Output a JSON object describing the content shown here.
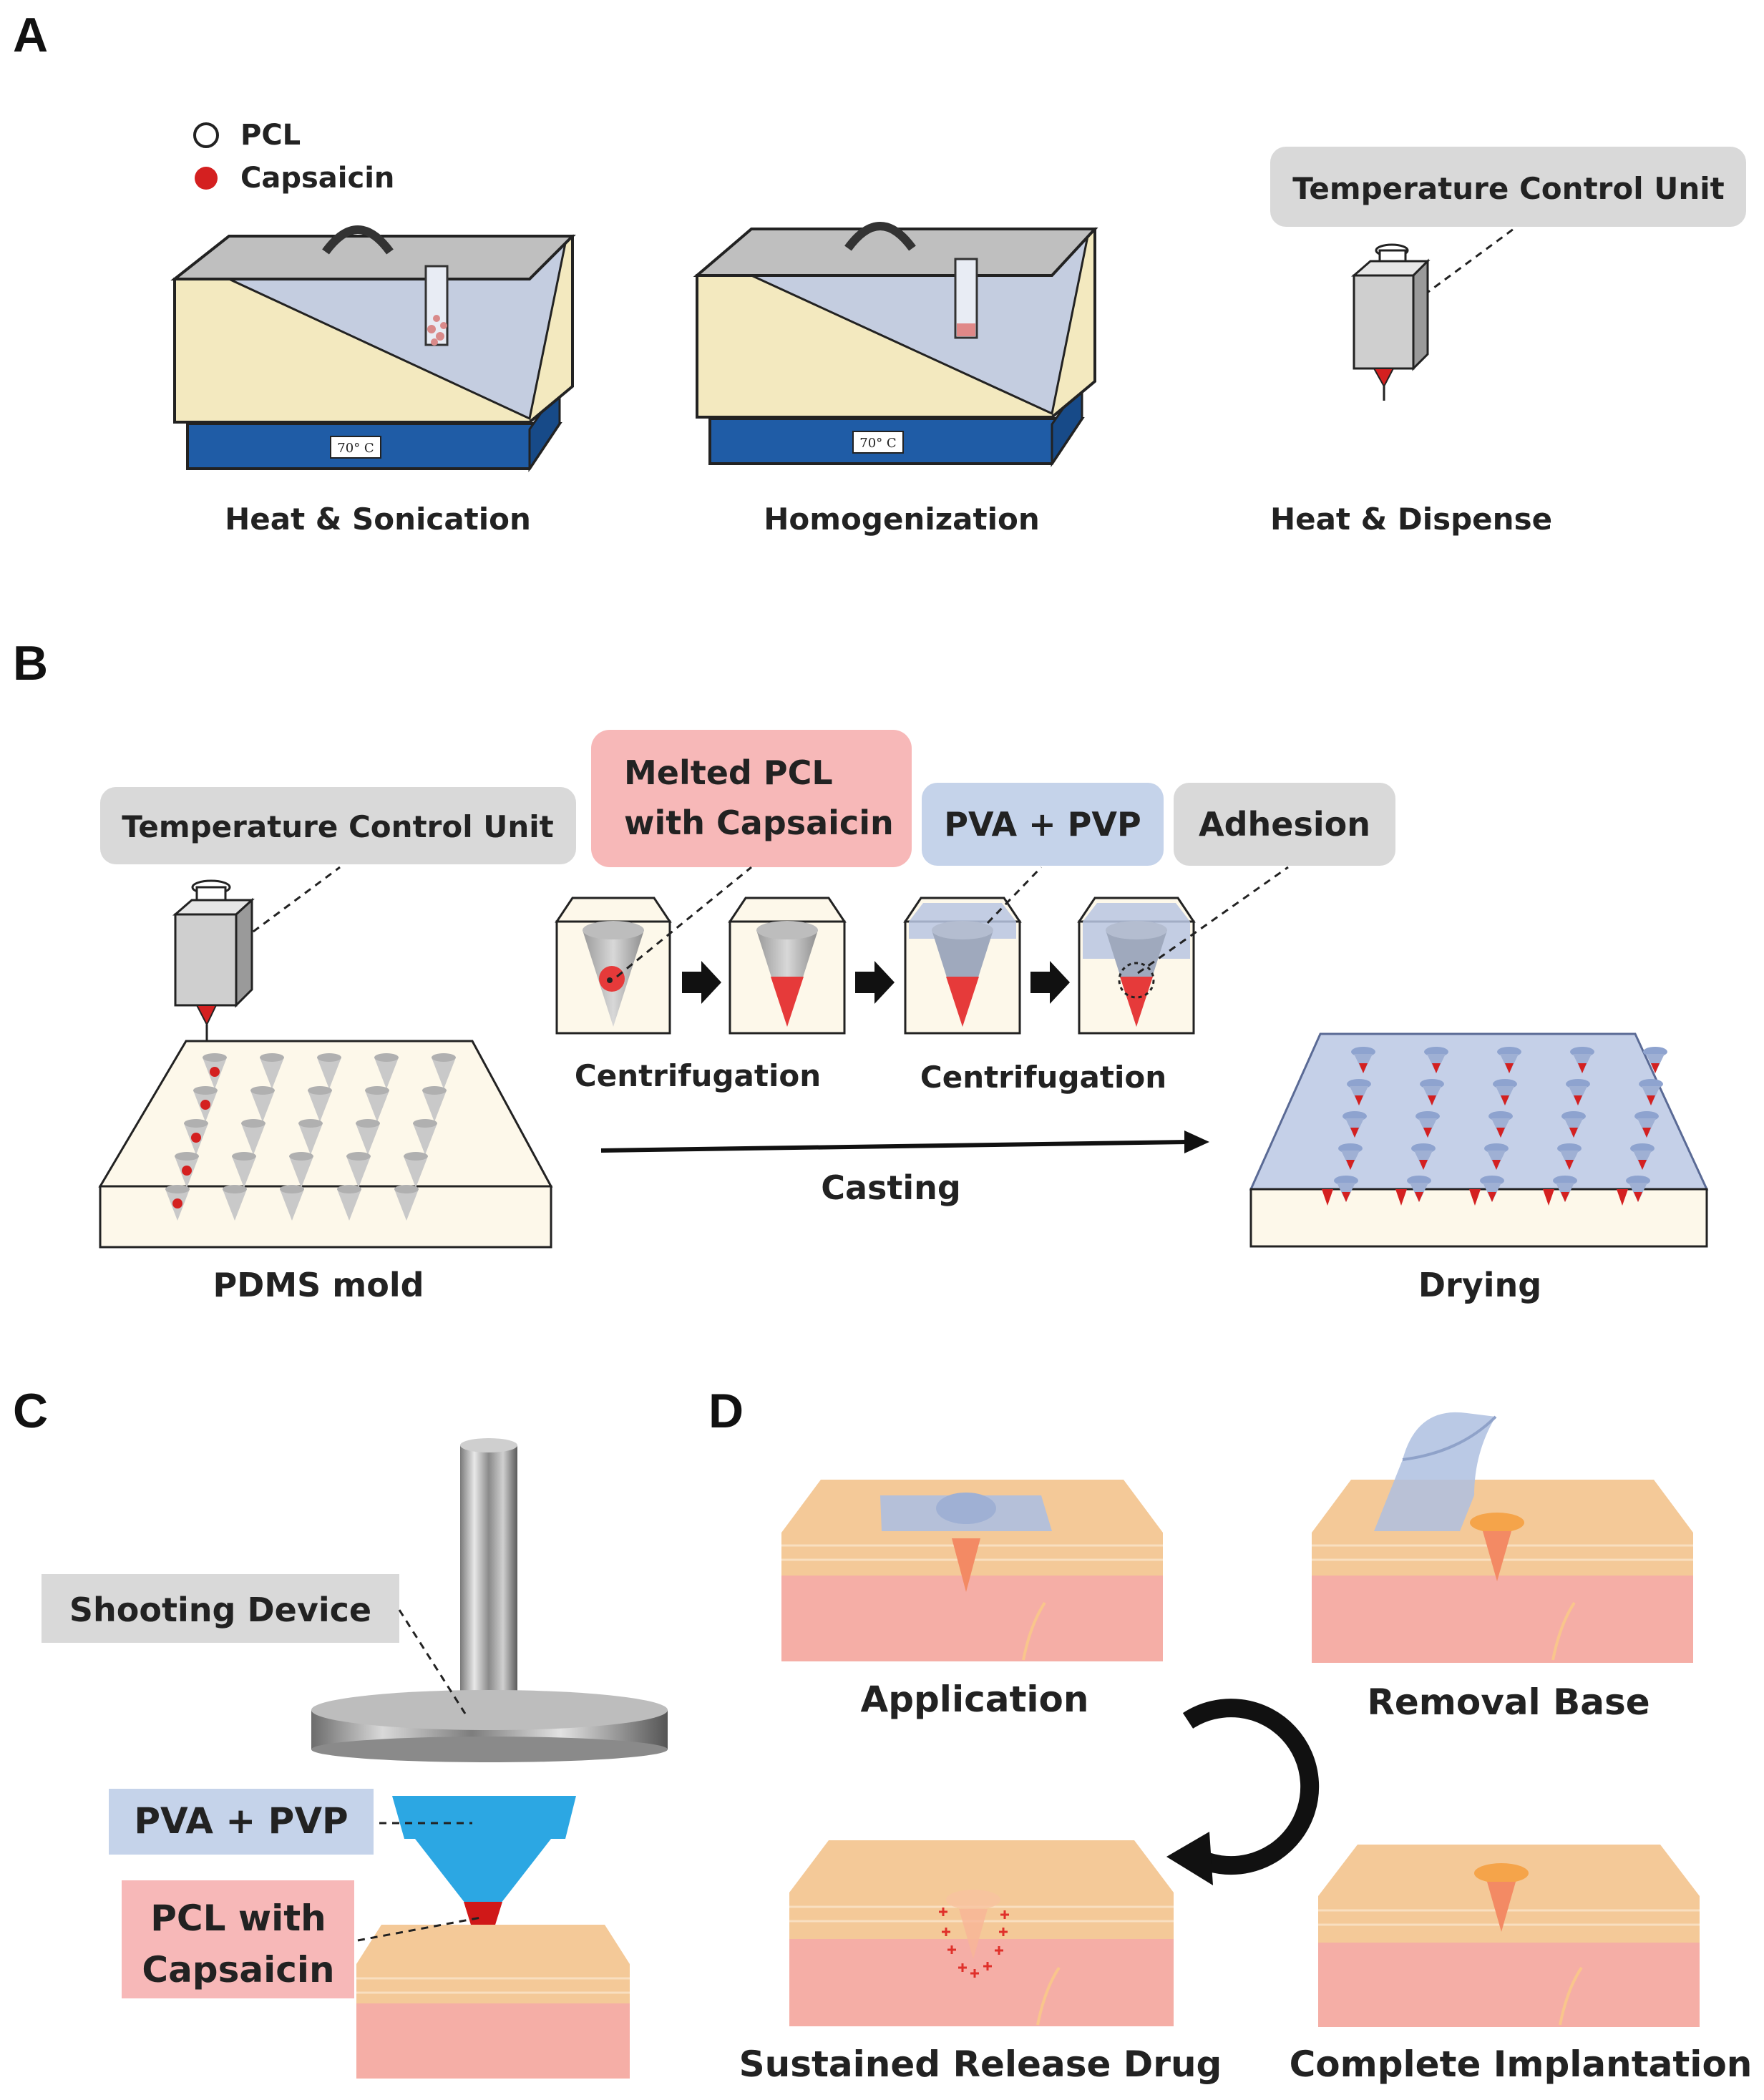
{
  "panels": {
    "a": "A",
    "b": "B",
    "c": "C",
    "d": "D"
  },
  "colors": {
    "pcl_fill": "#ffffff",
    "capsaicin": "#d42020",
    "label_gray_bg": "#d9d9d9",
    "label_pink_bg": "#f7b8b8",
    "label_blue_bg": "#c5d3ea",
    "bath_cream": "#f3e9bf",
    "bath_blue": "#1f5ca6",
    "water_blue": "#c4cde0",
    "skin_top": "#f4c998",
    "skin_dermis": "#f5aea6"
  },
  "legend": {
    "pcl": "PCL",
    "capsaicin": "Capsaicin"
  },
  "a": {
    "bath_display": "70° C",
    "step1_caption": "Heat & Sonication",
    "step2_caption": "Homogenization",
    "tcu_label": "Temperature Control Unit",
    "step3_caption": "Heat & Dispense"
  },
  "b": {
    "tcu_label": "Temperature Control Unit",
    "melted_label_line1": "Melted PCL",
    "melted_label_line2": "with Capsaicin",
    "pva_label": "PVA + PVP",
    "adhesion_label": "Adhesion",
    "centrifugation1": "Centrifugation",
    "centrifugation2": "Centrifugation",
    "casting": "Casting",
    "mold_caption": "PDMS mold",
    "drying_caption": "Drying"
  },
  "c": {
    "shooting_device": "Shooting Device",
    "pva_label": "PVA + PVP",
    "pcl_line1": "PCL with",
    "pcl_line2": "Capsaicin"
  },
  "d": {
    "application": "Application",
    "removal_base": "Removal Base",
    "sustained_release": "Sustained Release Drug",
    "complete_implantation": "Complete Implantation"
  }
}
